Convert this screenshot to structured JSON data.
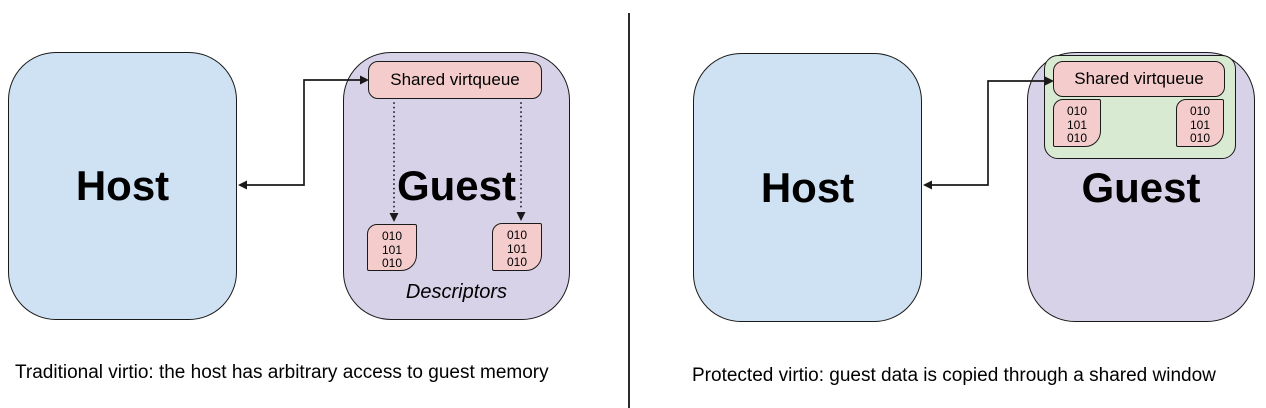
{
  "colors": {
    "host_fill": "#cfe2f3",
    "guest_fill": "#d8d2e8",
    "queue_fill": "#f4cccc",
    "window_fill": "#d9ead3",
    "line": "#1a1a1a"
  },
  "descriptor_bits": [
    "010",
    "101",
    "010"
  ],
  "left": {
    "host_label": "Host",
    "guest_label": "Guest",
    "virtqueue_label": "Shared virtqueue",
    "descriptors_label": "Descriptors",
    "caption": "Traditional virtio: the host has arbitrary access to guest memory"
  },
  "right": {
    "host_label": "Host",
    "guest_label": "Guest",
    "virtqueue_label": "Shared virtqueue",
    "caption": "Protected virtio: guest data is copied through a shared window"
  }
}
